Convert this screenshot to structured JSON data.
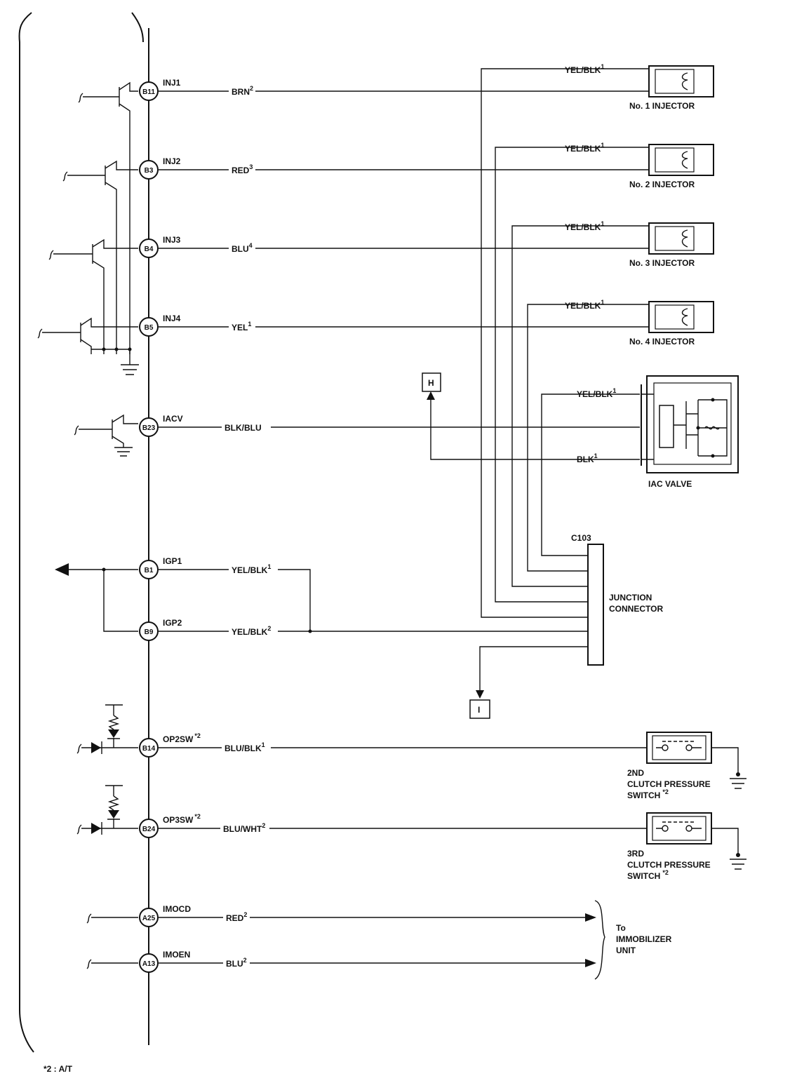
{
  "pins": [
    {
      "id": "B11",
      "signal": "INJ1",
      "wire": "BRN",
      "sup": "2"
    },
    {
      "id": "B3",
      "signal": "INJ2",
      "wire": "RED",
      "sup": "3"
    },
    {
      "id": "B4",
      "signal": "INJ3",
      "wire": "BLU",
      "sup": "4"
    },
    {
      "id": "B5",
      "signal": "INJ4",
      "wire": "YEL",
      "sup": "1"
    },
    {
      "id": "B23",
      "signal": "IACV",
      "wire": "BLK/BLU",
      "sup": ""
    },
    {
      "id": "B1",
      "signal": "IGP1",
      "wire": "YEL/BLK",
      "sup": "1"
    },
    {
      "id": "B9",
      "signal": "IGP2",
      "wire": "YEL/BLK",
      "sup": "2"
    },
    {
      "id": "B14",
      "signal": "OP2SW",
      "sig_sup": "*2",
      "wire": "BLU/BLK",
      "sup": "1"
    },
    {
      "id": "B24",
      "signal": "OP3SW",
      "sig_sup": "*2",
      "wire": "BLU/WHT",
      "sup": "2"
    },
    {
      "id": "A25",
      "signal": "IMOCD",
      "wire": "RED",
      "sup": "2"
    },
    {
      "id": "A13",
      "signal": "IMOEN",
      "wire": "BLU",
      "sup": "2"
    }
  ],
  "injectors": [
    {
      "label": "No. 1 INJECTOR",
      "wire": "YEL/BLK",
      "sup": "1"
    },
    {
      "label": "No. 2 INJECTOR",
      "wire": "YEL/BLK",
      "sup": "1"
    },
    {
      "label": "No. 3 INJECTOR",
      "wire": "YEL/BLK",
      "sup": "1"
    },
    {
      "label": "No. 4 INJECTOR",
      "wire": "YEL/BLK",
      "sup": "1"
    }
  ],
  "iac": {
    "label": "IAC VALVE",
    "wire_top": "YEL/BLK",
    "wire_top_sup": "1",
    "wire_bottom": "BLK",
    "wire_bottom_sup": "1"
  },
  "junction": {
    "id": "C103",
    "label_line1": "JUNCTION",
    "label_line2": "CONNECTOR"
  },
  "refs": {
    "h": "H",
    "i": "I"
  },
  "switch2": {
    "line1": "2ND",
    "line2": "CLUTCH PRESSURE",
    "line3": "SWITCH",
    "sup": "*2"
  },
  "switch3": {
    "line1": "3RD",
    "line2": "CLUTCH PRESSURE",
    "line3": "SWITCH",
    "sup": "*2"
  },
  "immobilizer": {
    "line1": "To",
    "line2": "IMMOBILIZER",
    "line3": "UNIT"
  },
  "footnote": "*2 : A/T"
}
